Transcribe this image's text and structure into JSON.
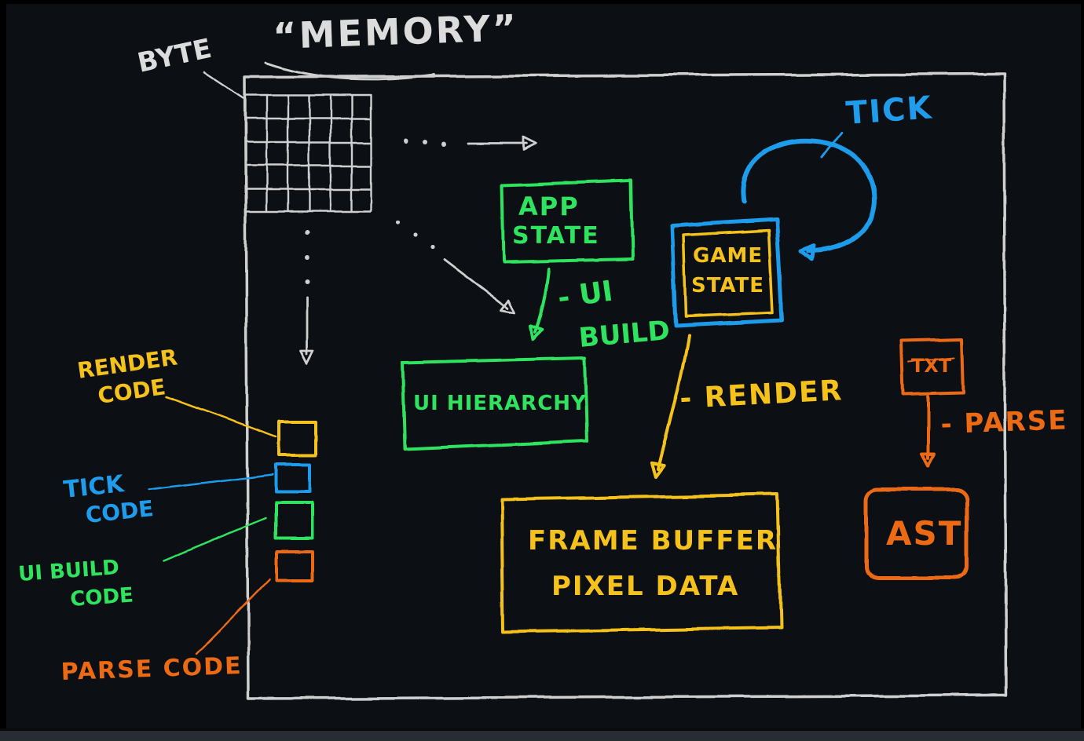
{
  "title": "“MEMORY”",
  "annotations": {
    "byte": "BYTE",
    "tick": "TICK",
    "ui_build": {
      "lines": [
        "- UI",
        "BUILD"
      ]
    },
    "render": "- RENDER",
    "parse": "- PARSE"
  },
  "nodes": {
    "app_state": {
      "lines": [
        "APP",
        "STATE"
      ]
    },
    "ui_hierarchy": {
      "label": "UI HIERARCHY"
    },
    "game_state": {
      "lines": [
        "GAME",
        "STATE"
      ]
    },
    "frame_buffer": {
      "lines": [
        "FRAME BUFFER",
        "PIXEL DATA"
      ]
    },
    "txt": {
      "label": "TXT"
    },
    "ast": {
      "label": "AST"
    }
  },
  "legend": {
    "render_code": {
      "lines": [
        "RENDER",
        "CODE"
      ]
    },
    "tick_code": {
      "lines": [
        "TICK",
        "CODE"
      ]
    },
    "ui_build_code": {
      "lines": [
        "UI BUILD",
        "CODE"
      ]
    },
    "parse_code": {
      "lines": [
        "PARSE CODE"
      ]
    }
  },
  "colors": {
    "background": "#0c0f14",
    "sketch_white": "#cfcfcf",
    "green": "#2fe35f",
    "blue": "#1f9ceb",
    "yellow": "#f5c21c",
    "orange": "#ec6a13"
  }
}
